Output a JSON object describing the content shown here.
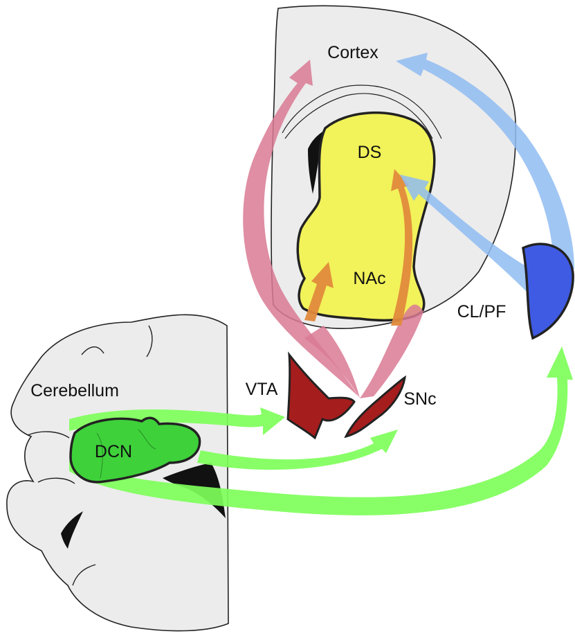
{
  "labels": {
    "cortex": "Cortex",
    "ds": "DS",
    "nac": "NAc",
    "cl_pf": "CL/PF",
    "vta": "VTA",
    "snc": "SNc",
    "cerebellum": "Cerebellum",
    "dcn": "DCN"
  },
  "colors": {
    "tissue": "#ececec",
    "outline": "#222222",
    "striatum": "#f2f25a",
    "dopamine_region": "#a51d1d",
    "dcn": "#3ed13a",
    "thalamus": "#3f5be3",
    "pink_arrow": "#d97a94",
    "orange_arrow": "#e08a3c",
    "blue_arrow": "#8fbcf2",
    "green_arrow": "#7eff5a",
    "ventricle": "#111111"
  }
}
